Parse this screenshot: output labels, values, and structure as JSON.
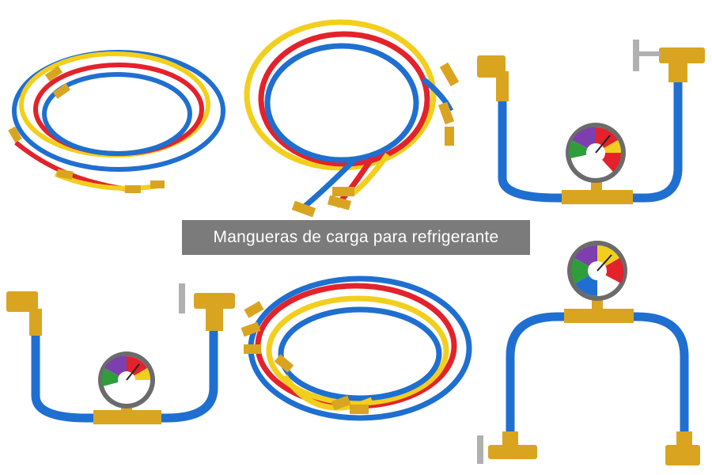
{
  "caption": {
    "text": "Mangueras de carga para refrigerante"
  },
  "colors": {
    "hose_blue": "#1f6fd1",
    "hose_red": "#e3222b",
    "hose_yellow": "#f2cf1d",
    "brass": "#d9a520",
    "caption_bg": "#7b7b7b"
  },
  "products": [
    {
      "name": "hose-set-coiled-thin"
    },
    {
      "name": "hose-set-coiled-large"
    },
    {
      "name": "recharge-hose-gauge"
    },
    {
      "name": "recharge-hose-gauge-low"
    },
    {
      "name": "hose-set-coiled-flat"
    },
    {
      "name": "recharge-hose-gauge-inverted"
    }
  ]
}
